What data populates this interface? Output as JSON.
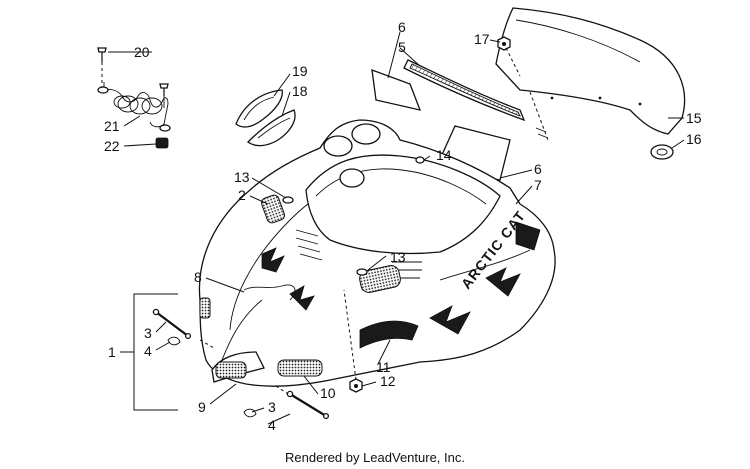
{
  "footer_text": "Rendered by LeadVenture, Inc.",
  "brand_decal_text": "ARCTIC CAT",
  "callouts": [
    {
      "id": "c1",
      "text": "1"
    },
    {
      "id": "c2",
      "text": "2"
    },
    {
      "id": "c3a",
      "text": "3"
    },
    {
      "id": "c3b",
      "text": "3"
    },
    {
      "id": "c4a",
      "text": "4"
    },
    {
      "id": "c4b",
      "text": "4"
    },
    {
      "id": "c5",
      "text": "5"
    },
    {
      "id": "c6a",
      "text": "6"
    },
    {
      "id": "c6b",
      "text": "6"
    },
    {
      "id": "c7",
      "text": "7"
    },
    {
      "id": "c8",
      "text": "8"
    },
    {
      "id": "c9",
      "text": "9"
    },
    {
      "id": "c10",
      "text": "10"
    },
    {
      "id": "c11",
      "text": "11"
    },
    {
      "id": "c12",
      "text": "12"
    },
    {
      "id": "c13a",
      "text": "13"
    },
    {
      "id": "c13b",
      "text": "13"
    },
    {
      "id": "c14",
      "text": "14"
    },
    {
      "id": "c15",
      "text": "15"
    },
    {
      "id": "c16",
      "text": "16"
    },
    {
      "id": "c17",
      "text": "17"
    },
    {
      "id": "c18",
      "text": "18"
    },
    {
      "id": "c19",
      "text": "19"
    },
    {
      "id": "c20",
      "text": "20"
    },
    {
      "id": "c21",
      "text": "21"
    },
    {
      "id": "c22",
      "text": "22"
    }
  ]
}
